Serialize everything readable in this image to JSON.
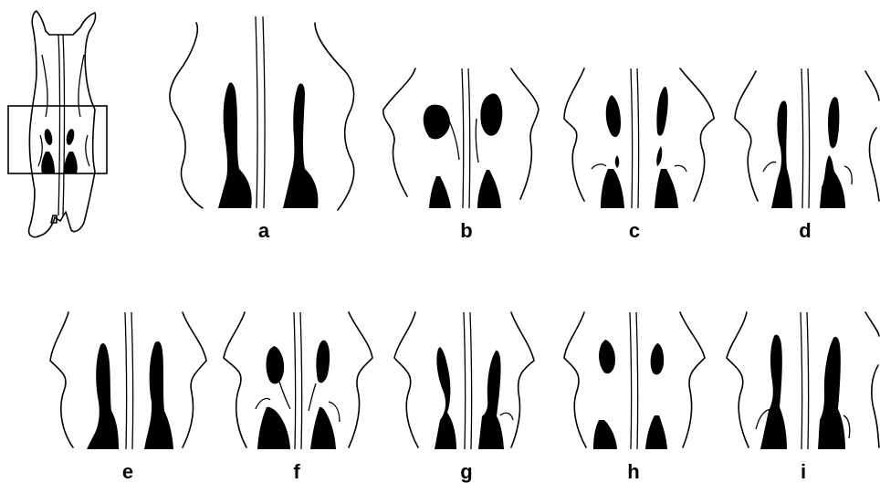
{
  "panels": [
    {
      "id": "a",
      "label": "a"
    },
    {
      "id": "b",
      "label": "b"
    },
    {
      "id": "c",
      "label": "c"
    },
    {
      "id": "d",
      "label": "d"
    },
    {
      "id": "e",
      "label": "e"
    },
    {
      "id": "f",
      "label": "f"
    },
    {
      "id": "g",
      "label": "g"
    },
    {
      "id": "h",
      "label": "h"
    },
    {
      "id": "i",
      "label": "i"
    }
  ]
}
